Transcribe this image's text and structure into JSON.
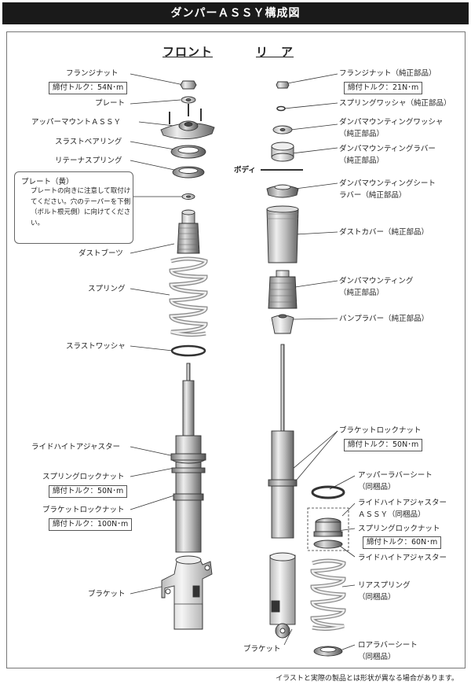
{
  "title": "ダンパーＡＳＳＹ構成図",
  "headings": {
    "front": "フロント",
    "rear": "リ　ア"
  },
  "front": {
    "flange_nut": "フランジナット",
    "flange_torque": "締付トルク：54N･m",
    "plate": "プレート",
    "upper_mount": "アッパーマウントＡＳＳＹ",
    "thrust_bearing": "スラストベアリング",
    "retainer_spring": "リテーナスプリング",
    "dust_boot": "ダストブーツ",
    "spring": "スプリング",
    "thrust_washer": "スラストワッシャ",
    "ride_height_adjuster": "ライドハイトアジャスター",
    "spring_lock_nut": "スプリングロックナット",
    "spring_lock_torque": "締付トルク：50N･m",
    "bracket_lock_nut": "ブラケットロックナット",
    "bracket_lock_torque": "締付トルク：100N･m",
    "bracket": "ブラケット"
  },
  "note": {
    "title": "プレート（黄）",
    "text": "プレートの向きに注意して取付けてください。穴のテーパーを下側（ボルト根元側）に向けてください。"
  },
  "body_label": "ボディ",
  "rear": {
    "flange_nut": "フランジナット（純正部品）",
    "flange_torque": "締付トルク：21N･m",
    "spring_washer": "スプリングワッシャ（純正部品）",
    "mount_washer": "ダンパマウンティングワッシャ",
    "mount_washer_sub": "（純正部品）",
    "mount_rubber": "ダンパマウンティングラバー",
    "mount_rubber_sub": "（純正部品）",
    "seat_rubber": "ダンパマウンティングシート",
    "seat_rubber_sub": "ラバー（純正部品）",
    "dust_cover": "ダストカバー（純正部品）",
    "mounting": "ダンパマウンティング",
    "mounting_sub": "（純正部品）",
    "bump_rubber": "バンプラバー（純正部品）",
    "bracket_lock_nut": "ブラケットロックナット",
    "bracket_lock_torque": "締付トルク：50N･m",
    "upper_rubber_seat": "アッパーラバーシート",
    "upper_rubber_seat_sub": "（同梱品）",
    "rha_assy": "ライドハイトアジャスター",
    "rha_assy_sub": "ＡＳＳＹ（同梱品）",
    "spring_lock_nut": "スプリングロックナット",
    "spring_lock_torque": "締付トルク：60N･m",
    "ride_height_adjuster": "ライドハイトアジャスター",
    "rear_spring": "リアスプリング",
    "rear_spring_sub": "（同梱品）",
    "lower_rubber_seat": "ロアラバーシート",
    "lower_rubber_seat_sub": "（同梱品）",
    "bracket": "ブラケット"
  },
  "footer": "イラストと実際の製品とは形状が異なる場合があります。"
}
